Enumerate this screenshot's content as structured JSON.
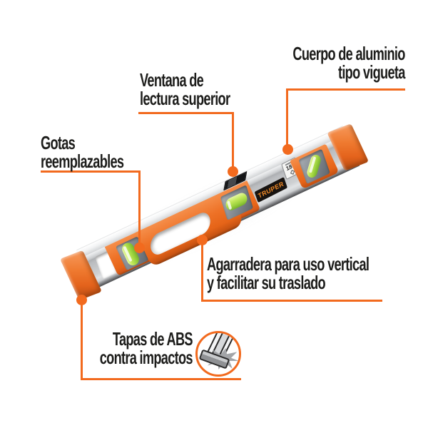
{
  "theme": {
    "background": "#ffffff",
    "accent_orange": "#f26a1e",
    "text_color": "#1d1d1b",
    "plastic_orange": "#ee7227",
    "aluminum_gray": "#ced0d2",
    "vial_green": "#b5e14c"
  },
  "callouts": {
    "cuerpo_aluminio": {
      "line1": "Cuerpo de aluminio",
      "line2": "tipo vigueta"
    },
    "ventana_lectura": {
      "line1": "Ventana de",
      "line2": "lectura superior"
    },
    "gotas": {
      "line1": "Gotas",
      "line2": "reemplazables"
    },
    "agarradera": {
      "line1": "Agarradera para uso vertical",
      "line2": "y facilitar su traslado"
    },
    "tapas_abs": {
      "line1": "Tapas de ABS",
      "line2": "contra impactos"
    }
  },
  "level": {
    "brand": "TRUPER",
    "size_label": "18\""
  }
}
